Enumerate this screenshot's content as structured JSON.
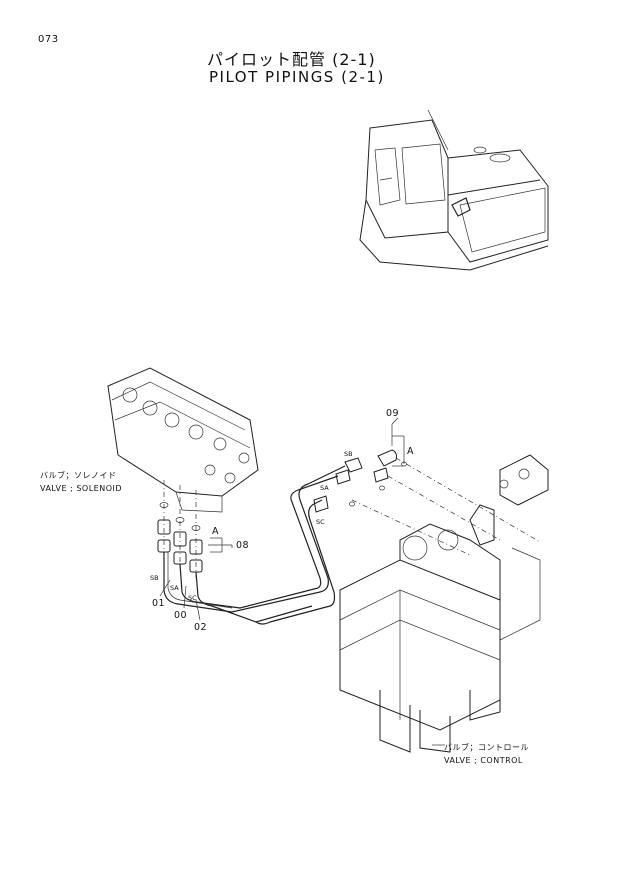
{
  "page_number": "073",
  "title_jp": "パイロット配管 (2-1)",
  "title_en": "PILOT PIPINGS (2-1)",
  "labels": {
    "solenoid_jp": "バルブ；ソレノイド",
    "solenoid_en": "VALVE ; SOLENOID",
    "control_jp": "バルブ；コントロール",
    "control_en": "VALVE ; CONTROL"
  },
  "parts": {
    "p01": "01",
    "p00": "00",
    "p02": "02",
    "p08": "08",
    "p09": "09"
  },
  "callouts": {
    "a_left": "A",
    "a_right": "A",
    "sb_left": "SB",
    "sa_left": "SA",
    "sc_left": "SC",
    "sb_right": "SB",
    "sa_right": "SA",
    "sc_right": "SC"
  }
}
